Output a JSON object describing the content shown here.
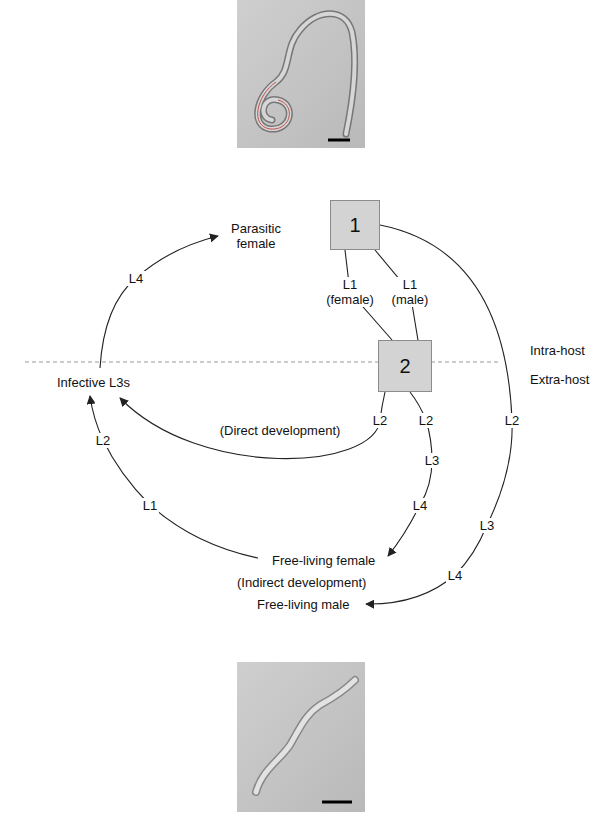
{
  "diagram": {
    "nodes": [
      {
        "text": [
          "1"
        ]
      },
      {
        "text": [
          "2"
        ]
      }
    ],
    "edges": [
      {
        "from": 0,
        "to": 1,
        "arrow": "none",
        "label": "L1 (female)"
      },
      {
        "from": 0,
        "to": 1,
        "arrow": "none",
        "label": "L1 (male)"
      }
    ],
    "labels": [
      "Parasitic female",
      "L4",
      "Intra-host",
      "Extra-host",
      "Infective L3s",
      "L2",
      "L2",
      "L2",
      "L3",
      "L4",
      "L3",
      "L4",
      "(Direct development)",
      "Free-living female",
      "(Indirect development)",
      "Free-living male",
      "L1",
      "L2"
    ]
  }
}
